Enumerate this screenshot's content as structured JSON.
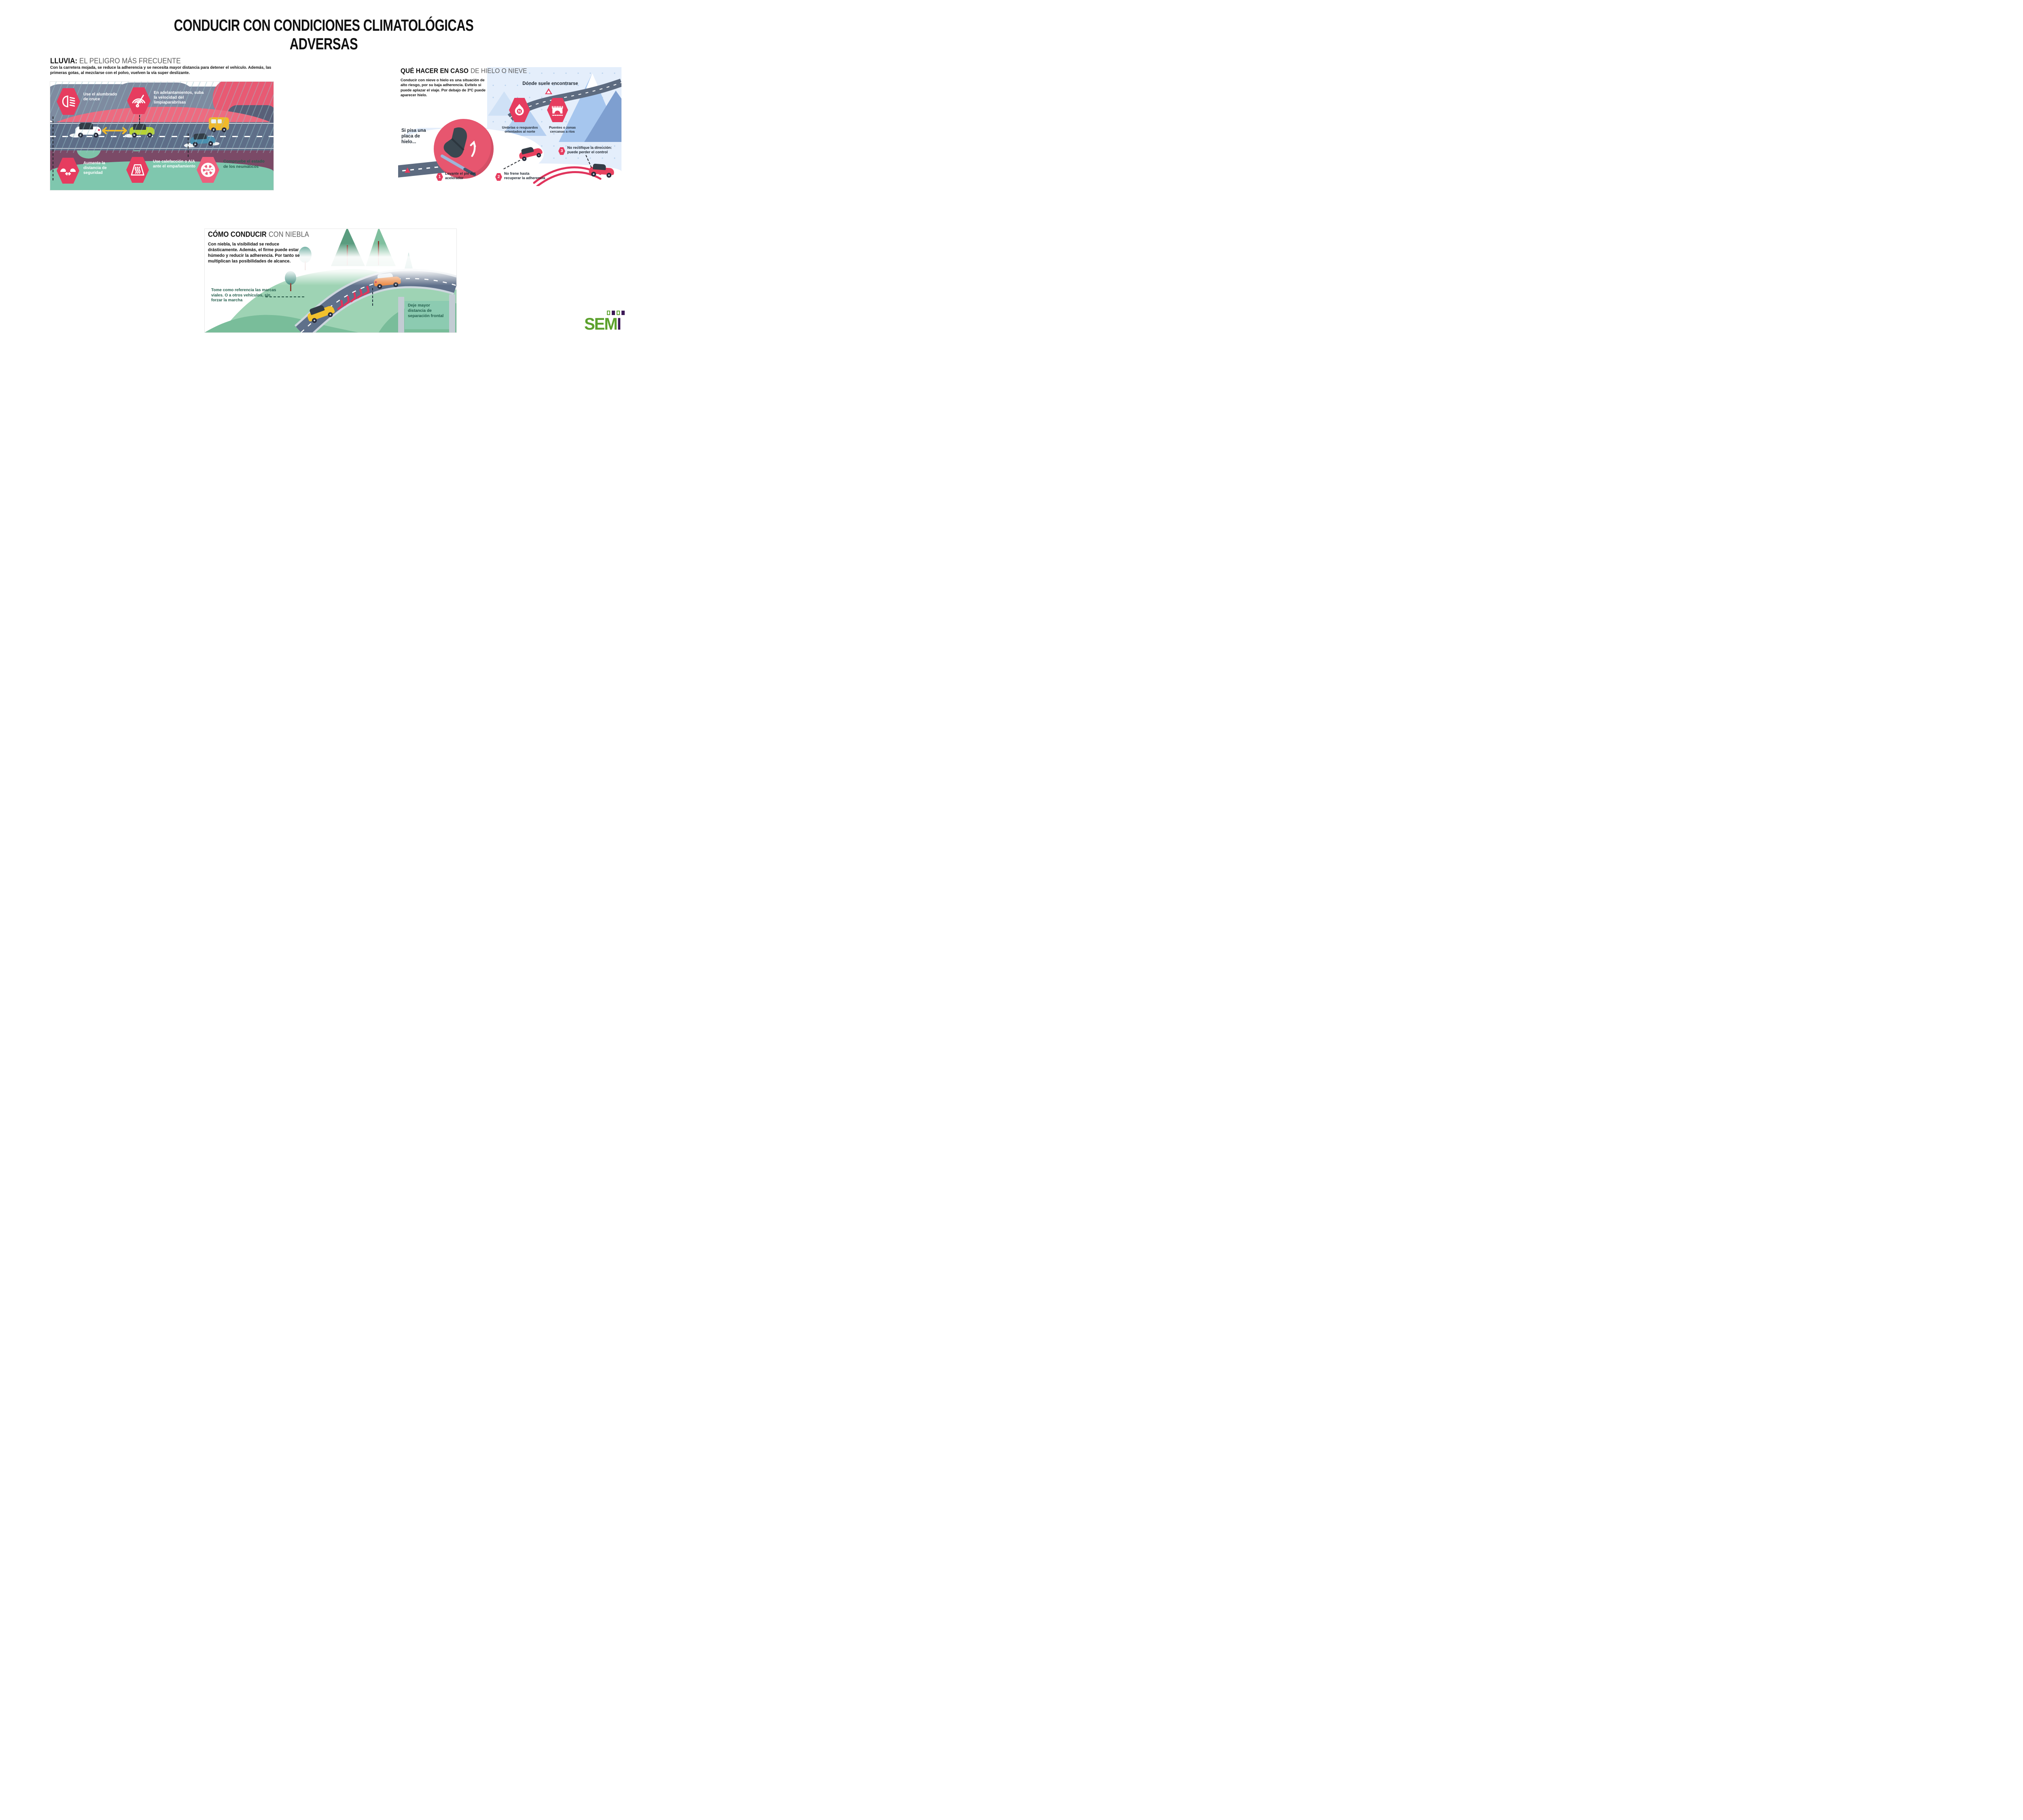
{
  "title": {
    "line1": "CONDUCIR CON CONDICIONES CLIMATOLÓGICAS",
    "line2": "ADVERSAS"
  },
  "rain": {
    "heading_bold": "LLUVIA:",
    "heading_rest": "EL PELIGRO MÁS FRECUENTE",
    "intro": "Con la carretera mojada, se reduce la adherencia y se necesita mayor distancia para detener el vehículo. Además, las primeras gotas, al mezclarse con el polvo, vuelven la vía super deslizante.",
    "tips": [
      {
        "icon": "low-beam-headlight-icon",
        "label": "Use el alumbrado de cruce"
      },
      {
        "icon": "windshield-wiper-icon",
        "label": "En adelantamientos, suba la velocidad del limpiaparabrisas"
      },
      {
        "icon": "following-distance-icon",
        "label": "Aumente la distancia de seguridad"
      },
      {
        "icon": "defrost-icon",
        "label": "Use calefacción o A/A ante el empañamiento"
      },
      {
        "icon": "tire-ok-icon",
        "icon_text": "OK",
        "label": "Compruebe el estado de los neumáticos"
      }
    ]
  },
  "ice": {
    "heading_bold": "QUÉ HACER EN CASO",
    "heading_rest": "DE HIELO O NIEVE",
    "intro": "Conducir con nieve o hielo es una situación de alto riesgo, por su baja adherencia. Evítelo si puede aplazar el viaje. Por debajo de 3ºC puede aparecer hielo.",
    "where_heading": "Dónde suele encontrarse",
    "where": [
      {
        "icon": "north-drop-icon",
        "icon_letter": "N",
        "label": "Umbrías o resguardos orientados al norte"
      },
      {
        "icon": "bridge-icon",
        "label": "Puentes o zonas cercanas a ríos"
      }
    ],
    "trigger": "Si pisa una placa de hielo...",
    "steps": [
      {
        "num": "1",
        "label": "Levante el pie del acelerador"
      },
      {
        "num": "2",
        "label": "No frene hasta recuperar la adherencia"
      },
      {
        "num": "3",
        "label": "No rectifique la dirección: puede perder el control"
      }
    ]
  },
  "fog": {
    "heading_bold": "CÓMO CONDUCIR",
    "heading_rest": "CON NIEBLA",
    "intro": "Con niebla, la visibilidad se reduce drásticamente. Además, el firme puede estar húmedo y reducir la adherencia. Por tanto se multiplican las posibilidades de alcance.",
    "label_reference": "Tome como referencia las marcas viales. O a otros vehículos, sin forzar la marcha",
    "label_distance": "Deje mayor distancia de separación frontal"
  },
  "logo": {
    "green": "SEM",
    "purple": "I"
  },
  "colors": {
    "accent_pink": "#e63c5f",
    "cloud_gray": "#7e8ba0",
    "road_slate": "#5e6e88",
    "purple_band": "#7b4a67",
    "teal_band": "#7fc7ae",
    "ice_blue": "#e4eefb",
    "dark_green_text": "#235e4c",
    "logo_green": "#5ca12d",
    "logo_purple": "#3e1a57"
  }
}
